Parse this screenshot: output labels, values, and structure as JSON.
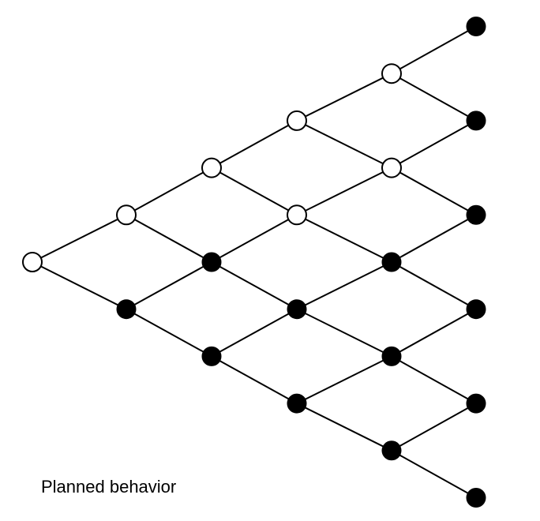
{
  "caption": "Planned behavior",
  "colors": {
    "line": "#000000",
    "filled": "#000000",
    "open_fill": "#ffffff",
    "background": "#ffffff"
  },
  "lattice": {
    "kind": "recombining binomial tree",
    "steps": 5,
    "rows": [
      [
        "open"
      ],
      [
        "open",
        "filled"
      ],
      [
        "open",
        "filled",
        "filled"
      ],
      [
        "open",
        "open",
        "filled",
        "filled"
      ],
      [
        "open",
        "open",
        "filled",
        "filled",
        "filled"
      ],
      [
        "filled",
        "filled",
        "filled",
        "filled",
        "filled",
        "filled"
      ]
    ]
  }
}
